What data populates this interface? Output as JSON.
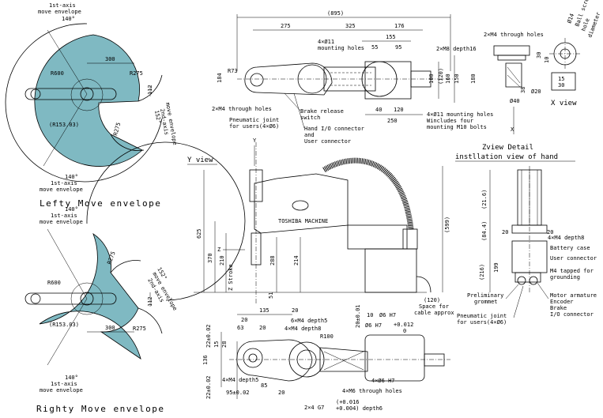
{
  "titles": {
    "lefty": "Lefty Move envelope",
    "righty": "Righty Move envelope",
    "y_view": "Y view",
    "x_view": "X view",
    "z_view_detail_1": "Zview Detail",
    "z_view_detail_2": "instllation view of hand"
  },
  "lefty": {
    "axis1_top": "1st-axis",
    "move_env_top": "move envelope",
    "deg_top": "140°",
    "axis2_label": "2nd-axis",
    "move_env_side": "move envelope",
    "deg_side": "152°",
    "dim_300": "300",
    "dim_r600": "R600",
    "dim_r275": "R275",
    "dim_112": "112",
    "dim_r153": "(R153.03)",
    "dim_r275b": "R275",
    "axis1_bot": "1st-axis",
    "move_env_bot": "move envelope",
    "deg_bot": "140°"
  },
  "righty": {
    "deg_top": "140°",
    "axis1_top": "1st-axis",
    "move_env_top": "move envelope",
    "axis2_label": "2nd-axis",
    "move_env_side": "move envelope",
    "deg_side": "152°",
    "dim_r275": "R275",
    "dim_r600": "R600",
    "dim_112": "112",
    "dim_r153": "(R153.03)",
    "dim_r275b": "R275",
    "dim_300": "300",
    "deg_bot": "140°",
    "axis1_bot": "1st-axis",
    "move_env_bot": "move envelope"
  },
  "top_view": {
    "dim_895": "(895)",
    "dim_275": "275",
    "dim_325": "325",
    "dim_176": "176",
    "dim_155": "155",
    "dim_55": "55",
    "dim_95": "95",
    "dim_m8": "2×M8 depth16",
    "dim_mount": "4×Ø11",
    "dim_mount2": "mounting holes",
    "dim_r73": "R73",
    "dim_184": "184",
    "dim_100": "100",
    "dim_120": "(120)",
    "dim_160": "160",
    "dim_150": "150",
    "dim_180": "180",
    "dim_40": "40",
    "dim_120b": "120",
    "dim_250": "250",
    "m4_through": "2×M4 through holes",
    "brake1": "Brake release",
    "brake2": "switch",
    "pneu1": "Pneumatic joint",
    "pneu2": "for users(4×Ø6)",
    "hand1": "Hand I/O connector",
    "hand2": "and",
    "hand3": "User connector",
    "mount1": "4×Ø11 mounting holes",
    "mount2": "Wincludes four",
    "mount3": "mounting M10 bolts"
  },
  "x_view": {
    "m4": "2×M4 through holes",
    "screw1": "Ball screw",
    "screw2": "hole",
    "screw3": "diameter",
    "phi14": "Ø14",
    "dim_30": "30",
    "dim_10": "10",
    "dim_15": "15",
    "dim_30b": "30",
    "phi40": "Ø40",
    "phi20": "Ø20",
    "dim_38": "38"
  },
  "side_view": {
    "y_arrow": "Y",
    "z_arrow": "Z",
    "dim_625": "625",
    "dim_370": "370",
    "dim_210": "210",
    "z_stroke": "Z Stroke",
    "dim_288": "288",
    "dim_214": "214",
    "dim_51": "51",
    "dim_599": "(599)",
    "dim_120": "(120)",
    "space1": "Space for",
    "space2": "cable approx",
    "logo": "TOSHIBA MACHINE"
  },
  "right_view": {
    "dim_216": "(21.6)",
    "dim_844": "(84.4)",
    "dim_216b": "(216)",
    "dim_20a": "20",
    "dim_20b": "20",
    "dim_199": "199",
    "m4_depth": "4×M4 depth8",
    "battery": "Battery case",
    "user_conn": "User connector",
    "m4_tap1": "M4 tapped for",
    "m4_tap2": "grounding",
    "prelim1": "Preliminary",
    "prelim2": "grommet",
    "pneu1": "Pneumatic joint",
    "pneu2": "for users(4×Ø6)",
    "motor1": "Motor armature",
    "motor2": "Encoder",
    "motor3": "Brake",
    "motor4": "I/O connector"
  },
  "bottom_view": {
    "dim_135": "135",
    "dim_20a": "20",
    "dim_20b": "20",
    "dim_63": "63",
    "dim_20c": "20",
    "dim_6m4": "6×M4 depth5",
    "dim_4m4": "4×M4 depth8",
    "dim_r100": "R100",
    "dim_22": "22±0.02",
    "dim_15": "15",
    "dim_28": "28",
    "dim_136": "136",
    "dim_22b": "22±0.02",
    "dim_4m4b": "4×M4 depth5",
    "dim_85": "85",
    "dim_95": "95±0.02",
    "dim_20d": "20",
    "dim_20e": "20±0.01",
    "dim_h7": "Ø6 H7",
    "dim_h7tol1": "+0.012",
    "dim_h7tol2": "0",
    "dim_10": "10",
    "dim_m6": "4×M6 through holes",
    "dim_h7b": "4×Ø6 H7",
    "dim_tol3": "(+0.016",
    "dim_tol4": "+0.004) depth6",
    "dim_g7": "2×4 G7"
  }
}
